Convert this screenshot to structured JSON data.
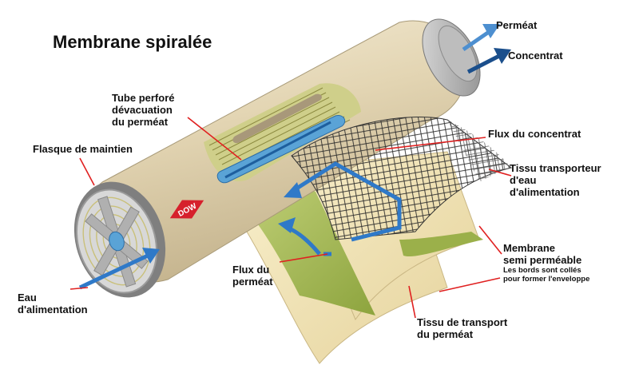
{
  "title": "Membrane spiralée",
  "logo_text": "DOW",
  "colors": {
    "callout_line": "#e02020",
    "flow_arrow": "#2f79c8",
    "flow_arrow_dark": "#1b4f8c",
    "housing": "#e8dcc0",
    "membrane": "#f1e4b4",
    "permeate_carrier": "#a9be5a",
    "logo_red": "#d6202c"
  },
  "labels": {
    "permeat": "Perméat",
    "concentrat": "Concentrat",
    "tube": [
      "Tube perforé",
      "dévacuation",
      "du perméat"
    ],
    "flasque": "Flasque de maintien",
    "flux_concentrat": "Flux du concentrat",
    "tissu_eau": [
      "Tissu transporteur",
      "d'eau",
      "d'alimentation"
    ],
    "membrane": [
      "Membrane",
      "semi perméable"
    ],
    "membrane_note": [
      "Les bords sont collés",
      "pour former l'enveloppe"
    ],
    "flux_permeat": [
      "Flux du",
      "perméat"
    ],
    "eau": [
      "Eau",
      "d'alimentation"
    ],
    "tissu_permeat": [
      "Tissu de transport",
      "du perméat"
    ]
  }
}
